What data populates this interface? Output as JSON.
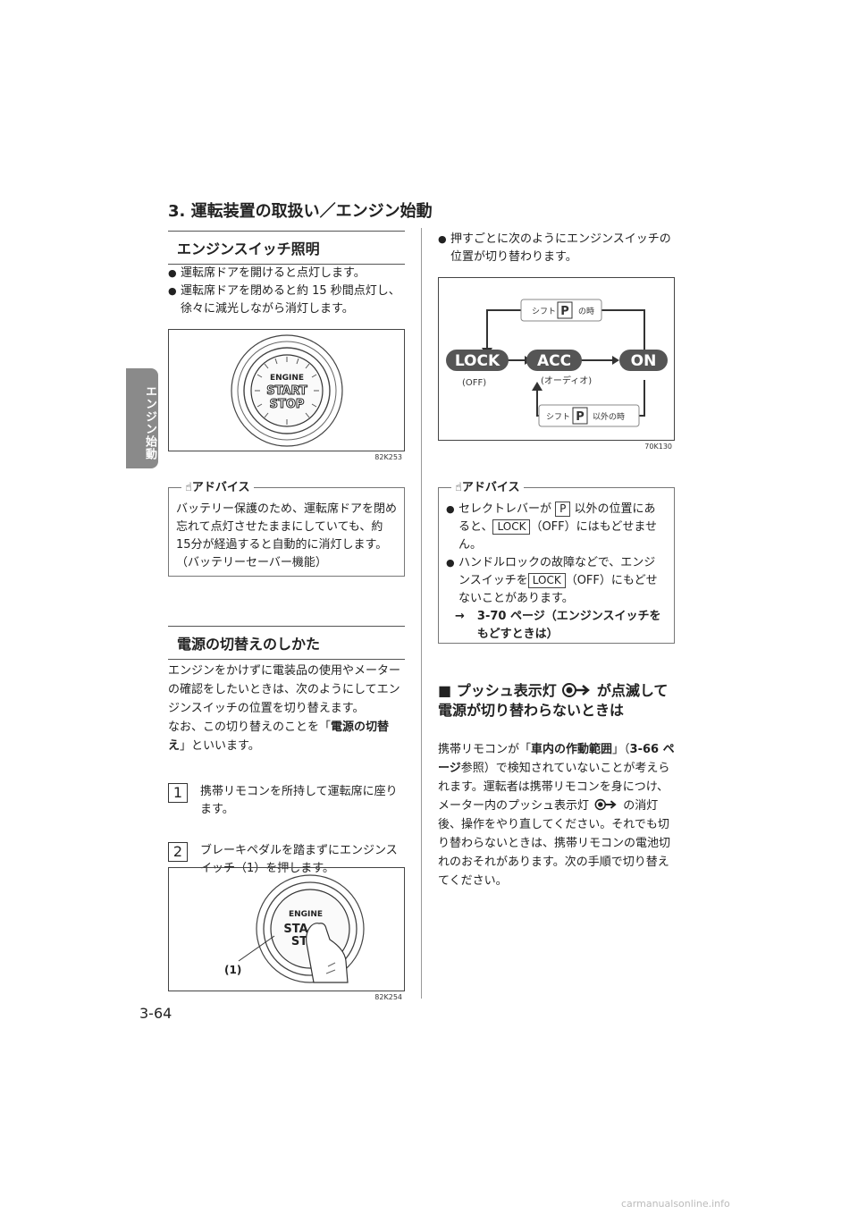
{
  "side_tab": "エンジン始動",
  "chapter_title": "3. 運転装置の取扱い／エンジン始動",
  "left": {
    "sec1_title": "エンジンスイッチ照明",
    "sec1_bullets": [
      "運転席ドアを開けると点灯します。",
      "運転席ドアを閉めると約 15 秒間点灯し、徐々に減光しながら消灯します。"
    ],
    "fig1": {
      "id": "82K253",
      "btn_engine": "ENGINE",
      "btn_start": "START",
      "btn_stop": "STOP"
    },
    "advice1_label": "アドバイス",
    "advice1_text": "バッテリー保護のため、運転席ドアを閉め忘れて点灯させたままにしていても、約15分が経過すると自動的に消灯します。（バッテリーセーバー機能）",
    "sec2_title": "電源の切替えのしかた",
    "sec2_p1": "エンジンをかけずに電装品の使用やメーターの確認をしたいときは、次のようにしてエンジンスイッチの位置を切り替えます。",
    "sec2_p2_a": "なお、この切り替えのことを「",
    "sec2_p2_b": "電源の切替え",
    "sec2_p2_c": "」といいます。",
    "steps": [
      {
        "num": "1",
        "text": "携帯リモコンを所持して運転席に座ります。"
      },
      {
        "num": "2",
        "text": "ブレーキペダルを踏まずにエンジンスイッチ（1）を押します。"
      }
    ],
    "fig2": {
      "id": "82K254",
      "btn_engine": "ENGINE",
      "btn_start": "STA",
      "btn_stop": "ST",
      "callout": "(1)"
    }
  },
  "right": {
    "bullet_top": "押すごとに次のようにエンジンスイッチの位置が切り替わります。",
    "fig3": {
      "id": "70K130",
      "lock": "LOCK",
      "acc": "ACC",
      "on": "ON",
      "off_label": "(OFF)",
      "audio_label": "(オーディオ)",
      "top_shift": "シフト",
      "top_p": "P",
      "top_suffix": "の時",
      "bottom_shift": "シフト",
      "bottom_p": "P",
      "bottom_suffix": "以外の時"
    },
    "advice2_label": "アドバイス",
    "advice2_b1_a": "セレクトレバーが",
    "advice2_b1_key": "P",
    "advice2_b1_b": "以外の位置にあると、",
    "advice2_b1_key2": "LOCK",
    "advice2_b1_c": "（OFF）にはもどせません。",
    "advice2_b2_a": "ハンドルロックの故障などで、エンジンスイッチを",
    "advice2_b2_key": "LOCK",
    "advice2_b2_b": "（OFF）にもどせないことがあります。",
    "advice2_ref_arrow": "→",
    "advice2_ref": "3-70 ページ（エンジンスイッチをもどすときは）",
    "sub_heading_a": "■ プッシュ表示灯",
    "sub_heading_b": "が点滅して電源が切り替わらないときは",
    "body_a": "携帯リモコンが「",
    "body_b": "車内の作動範囲",
    "body_c": "」（",
    "body_d": "3-66 ページ",
    "body_e": "参照）で検知されていないことが考えられます。運転者は携帯リモコンを身につけ、メーター内のプッシュ表示灯",
    "body_f": "の消灯後、操作をやり直してください。それでも切り替わらないときは、携帯リモコンの電池切れのおそれがあります。次の手順で切り替えてください。"
  },
  "page_number": "3-64",
  "watermark": "carmanualsonline.info"
}
